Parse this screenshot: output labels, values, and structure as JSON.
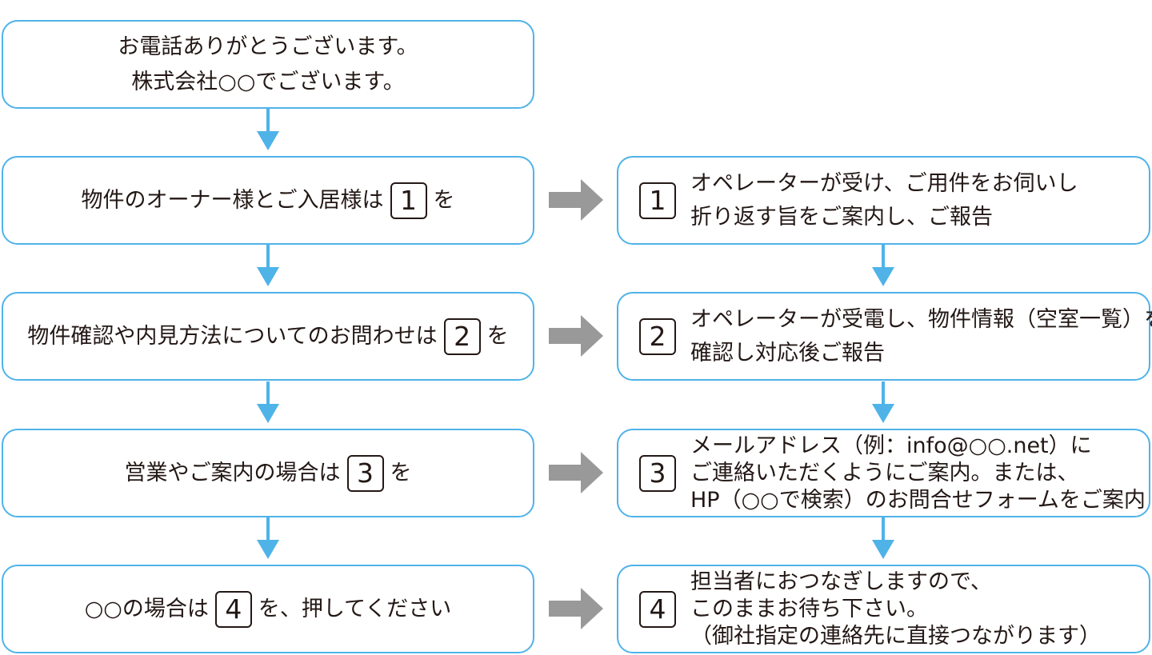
{
  "left_steps": [
    {
      "lines": [
        "お電話ありがとうございます。",
        "株式会社○○でございます。"
      ]
    },
    {
      "before": "物件のオーナー様とご入居様は",
      "number": "1",
      "after": "を"
    },
    {
      "before": "物件確認や内見方法についてのお問わせは",
      "number": "2",
      "after": "を"
    },
    {
      "before": "営業やご案内の場合は",
      "number": "3",
      "after": "を"
    },
    {
      "before": "○○の場合は",
      "number": "4",
      "after": "を、押してください"
    }
  ],
  "right_steps": [
    {
      "number": "1",
      "lines": [
        "オペレーターが受け、ご用件をお伺いし",
        "折り返す旨をご案内し、ご報告"
      ]
    },
    {
      "number": "2",
      "lines": [
        "オペレーターが受電し、物件情報（空室一覧）を",
        "確認し対応後ご報告"
      ]
    },
    {
      "number": "3",
      "lines": [
        "メールアドレス（例：info@○○.net）に",
        "ご連絡いただくようにご案内。または、",
        "HP（○○で検索）のお問合せフォームをご案内"
      ]
    },
    {
      "number": "4",
      "lines": [
        "担当者におつなぎしますので、",
        "このままお待ち下さい。",
        "（御社指定の連絡先に直接つながります）"
      ]
    }
  ],
  "colors": {
    "box_border": "#4fb3e8",
    "down_arrow": "#4fb3e8",
    "right_arrow": "#999999",
    "text": "#231815"
  }
}
